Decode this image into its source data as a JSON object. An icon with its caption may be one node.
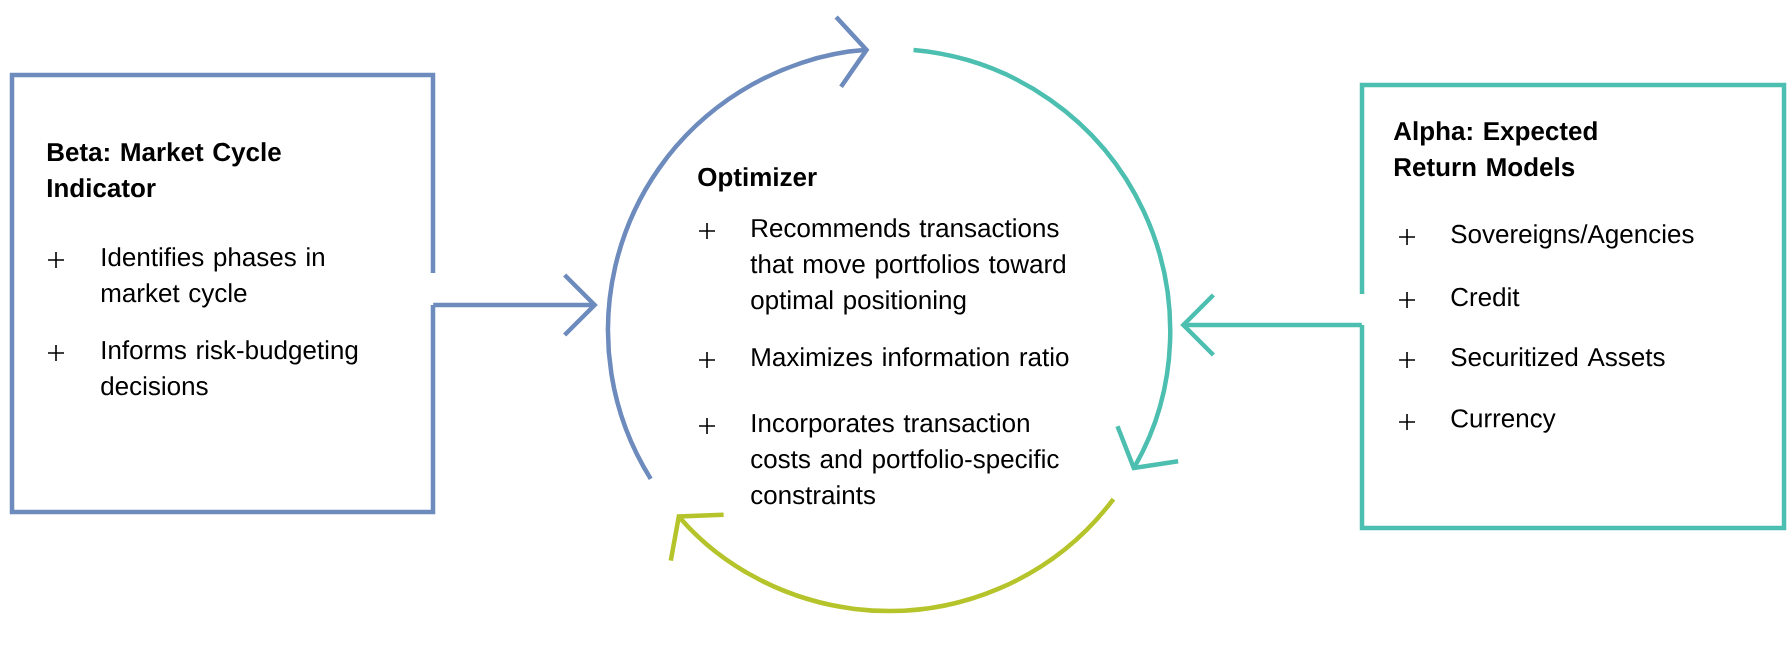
{
  "diagram": {
    "nodes": [
      {
        "text": [
          "Beta: Market Cycle Indicator",
          "Identifies phases in market cycle",
          "Informs risk-budgeting decisions"
        ]
      },
      {
        "text": [
          "Optimizer",
          "Recommends transactions that move portfolios toward optimal positioning",
          "Maximizes information ratio",
          "Incorporates transaction costs and portfolio-specific constraints"
        ]
      },
      {
        "text": [
          "Alpha: Expected Return Models",
          "Sovereigns/Agencies",
          "Credit",
          "Securitized Assets",
          "Currency"
        ]
      }
    ],
    "edges": [
      {
        "from": 0,
        "to": 1,
        "arrow": "to",
        "color": "#6d8bbd"
      },
      {
        "from": 2,
        "to": 1,
        "arrow": "to",
        "color": "#4dbfb0"
      }
    ]
  }
}
